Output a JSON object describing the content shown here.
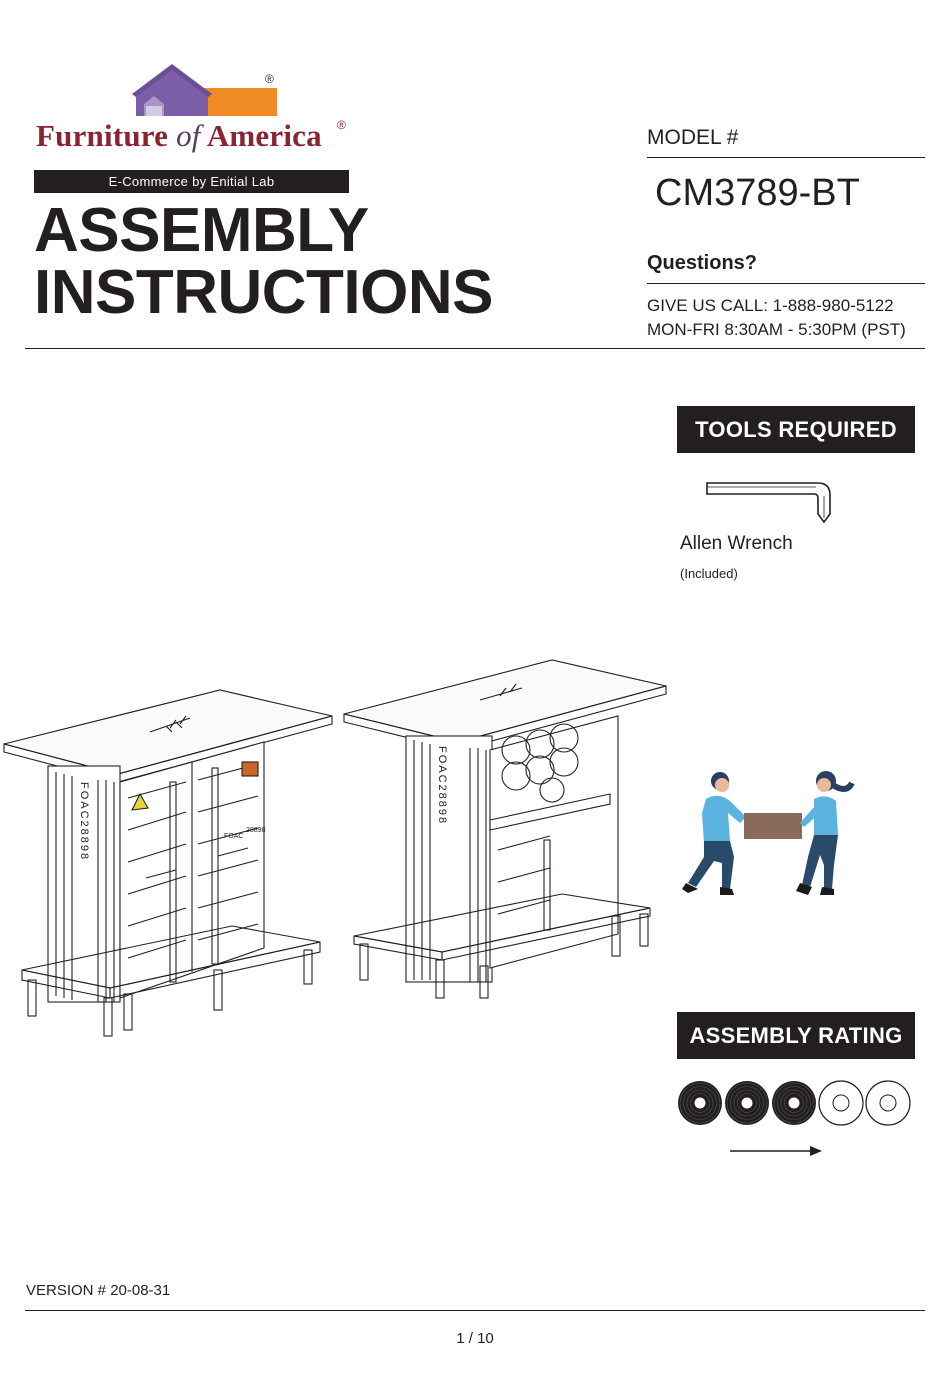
{
  "brand": {
    "name_part1": "Furniture ",
    "name_part2": "of",
    "name_part3": " America",
    "registered_mark": "®",
    "ecommerce_label": "E-Commerce by Enitial Lab",
    "colors": {
      "purple": "#7b5ea7",
      "orange": "#f08a24",
      "maroon": "#8a2430"
    }
  },
  "title": {
    "line1": "ASSEMBLY",
    "line2": "INSTRUCTIONS"
  },
  "model": {
    "label": "MODEL #",
    "number": "CM3789-BT"
  },
  "contact": {
    "questions": "Questions?",
    "call": "GIVE US CALL: 1-888-980-5122",
    "hours": "MON-FRI  8:30AM - 5:30PM (PST)"
  },
  "tools": {
    "header": "TOOLS REQUIRED",
    "items": [
      {
        "label": "Allen Wrench",
        "note": "(Included)",
        "icon": "allen-wrench-icon"
      }
    ]
  },
  "product_markings": {
    "vertical_code": "FOAC28898",
    "door_plate": "FOAC",
    "door_number": "28898"
  },
  "rating": {
    "header": "ASSEMBLY RATING",
    "filled": 3,
    "total": 5
  },
  "footer": {
    "version": "VERSION # 20-08-31",
    "page": "1 / 10"
  }
}
